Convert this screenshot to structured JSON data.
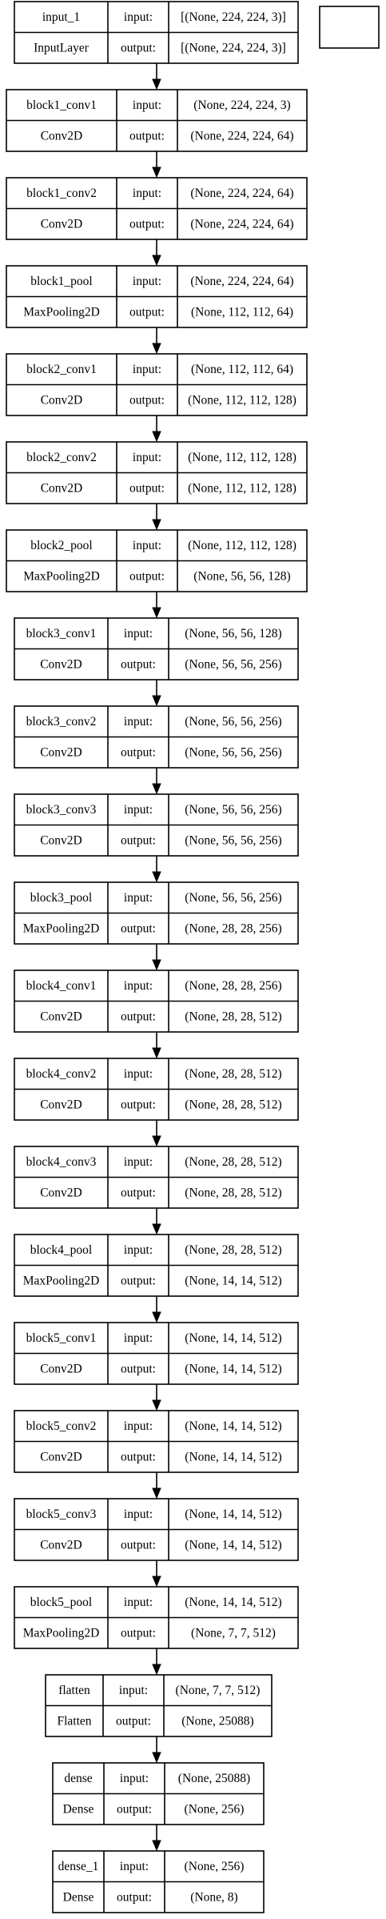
{
  "legend_box": true,
  "field_labels": {
    "input": "input:",
    "output": "output:"
  },
  "layers": [
    {
      "name": "input_1",
      "type": "InputLayer",
      "input": "[(None, 224, 224, 3)]",
      "output": "[(None, 224, 224, 3)]"
    },
    {
      "name": "block1_conv1",
      "type": "Conv2D",
      "input": "(None, 224, 224, 3)",
      "output": "(None, 224, 224, 64)"
    },
    {
      "name": "block1_conv2",
      "type": "Conv2D",
      "input": "(None, 224, 224, 64)",
      "output": "(None, 224, 224, 64)"
    },
    {
      "name": "block1_pool",
      "type": "MaxPooling2D",
      "input": "(None, 224, 224, 64)",
      "output": "(None, 112, 112, 64)"
    },
    {
      "name": "block2_conv1",
      "type": "Conv2D",
      "input": "(None, 112, 112, 64)",
      "output": "(None, 112, 112, 128)"
    },
    {
      "name": "block2_conv2",
      "type": "Conv2D",
      "input": "(None, 112, 112, 128)",
      "output": "(None, 112, 112, 128)"
    },
    {
      "name": "block2_pool",
      "type": "MaxPooling2D",
      "input": "(None, 112, 112, 128)",
      "output": "(None, 56, 56, 128)"
    },
    {
      "name": "block3_conv1",
      "type": "Conv2D",
      "input": "(None, 56, 56, 128)",
      "output": "(None, 56, 56, 256)"
    },
    {
      "name": "block3_conv2",
      "type": "Conv2D",
      "input": "(None, 56, 56, 256)",
      "output": "(None, 56, 56, 256)"
    },
    {
      "name": "block3_conv3",
      "type": "Conv2D",
      "input": "(None, 56, 56, 256)",
      "output": "(None, 56, 56, 256)"
    },
    {
      "name": "block3_pool",
      "type": "MaxPooling2D",
      "input": "(None, 56, 56, 256)",
      "output": "(None, 28, 28, 256)"
    },
    {
      "name": "block4_conv1",
      "type": "Conv2D",
      "input": "(None, 28, 28, 256)",
      "output": "(None, 28, 28, 512)"
    },
    {
      "name": "block4_conv2",
      "type": "Conv2D",
      "input": "(None, 28, 28, 512)",
      "output": "(None, 28, 28, 512)"
    },
    {
      "name": "block4_conv3",
      "type": "Conv2D",
      "input": "(None, 28, 28, 512)",
      "output": "(None, 28, 28, 512)"
    },
    {
      "name": "block4_pool",
      "type": "MaxPooling2D",
      "input": "(None, 28, 28, 512)",
      "output": "(None, 14, 14, 512)"
    },
    {
      "name": "block5_conv1",
      "type": "Conv2D",
      "input": "(None, 14, 14, 512)",
      "output": "(None, 14, 14, 512)"
    },
    {
      "name": "block5_conv2",
      "type": "Conv2D",
      "input": "(None, 14, 14, 512)",
      "output": "(None, 14, 14, 512)"
    },
    {
      "name": "block5_conv3",
      "type": "Conv2D",
      "input": "(None, 14, 14, 512)",
      "output": "(None, 14, 14, 512)"
    },
    {
      "name": "block5_pool",
      "type": "MaxPooling2D",
      "input": "(None, 14, 14, 512)",
      "output": "(None, 7, 7, 512)"
    },
    {
      "name": "flatten",
      "type": "Flatten",
      "input": "(None, 7, 7, 512)",
      "output": "(None, 25088)"
    },
    {
      "name": "dense",
      "type": "Dense",
      "input": "(None, 25088)",
      "output": "(None, 256)"
    },
    {
      "name": "dense_1",
      "type": "Dense",
      "input": "(None, 256)",
      "output": "(None, 8)"
    }
  ]
}
